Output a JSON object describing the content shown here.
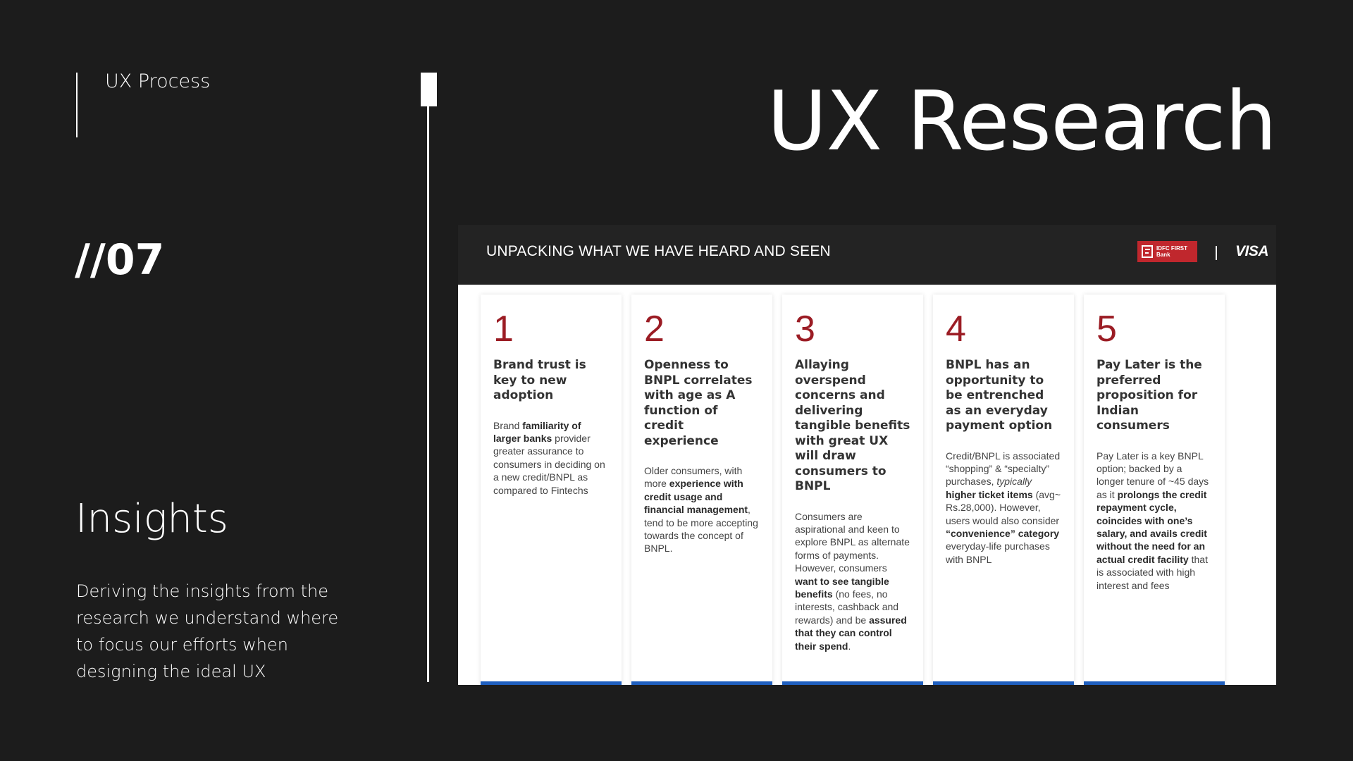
{
  "section_label": "UX Process",
  "slide_number": "//07",
  "main_title": "UX Research",
  "insights": {
    "title": "Insights",
    "description": "Deriving the insights from the research we understand where to focus our efforts when designing the ideal UX"
  },
  "panel": {
    "heading": "UNPACKING WHAT WE HAVE HEARD AND SEEN",
    "bank_logo_text": "IDFC FIRST\nBank",
    "visa_text": "VISA",
    "colors": {
      "number": "#9b1c24",
      "accent_bar": "#1f5fbf",
      "bank_logo_bg": "#c0272d"
    },
    "cards": [
      {
        "number": "1",
        "title": "Brand trust is key to new adoption",
        "body": [
          {
            "t": "Brand "
          },
          {
            "t": "familiarity of larger banks",
            "b": true
          },
          {
            "t": " provider greater assurance to consumers in deciding on a new credit/BNPL as compared to Fintechs"
          }
        ]
      },
      {
        "number": "2",
        "title": "Openness to BNPL correlates with age as A function of credit experience",
        "body": [
          {
            "t": "Older consumers, with more "
          },
          {
            "t": "experience with credit usage and financial management",
            "b": true
          },
          {
            "t": ", tend to be more accepting towards the concept of BNPL."
          }
        ]
      },
      {
        "number": "3",
        "title": "Allaying overspend concerns and delivering tangible benefits with great UX will draw consumers to BNPL",
        "body": [
          {
            "t": "Consumers are aspirational and keen to explore BNPL as alternate forms of payments. However, consumers "
          },
          {
            "t": "want to see tangible benefits",
            "b": true
          },
          {
            "t": " (no fees, no interests, cashback and rewards) and be "
          },
          {
            "t": "assured that they can control their spend",
            "b": true
          },
          {
            "t": "."
          }
        ]
      },
      {
        "number": "4",
        "title": "BNPL has an opportunity to be entrenched as an everyday payment option",
        "body": [
          {
            "t": "Credit/BNPL is associated “shopping” & “specialty” purchases, "
          },
          {
            "t": "typically",
            "i": true
          },
          {
            "t": " "
          },
          {
            "t": "higher ticket items",
            "b": true
          },
          {
            "t": " (avg~ Rs.28,000). However, users would also consider "
          },
          {
            "t": "“convenience” category",
            "b": true
          },
          {
            "t": " everyday-life purchases with BNPL"
          }
        ]
      },
      {
        "number": "5",
        "title": "Pay Later is the preferred proposition for Indian consumers",
        "body": [
          {
            "t": "Pay Later is a key BNPL option; backed by a longer tenure of ~45 days as it "
          },
          {
            "t": "prolongs the credit repayment cycle, coincides with one’s salary, and avails credit without the need for an actual credit facility",
            "b": true
          },
          {
            "t": " that is associated with high interest and fees"
          }
        ]
      }
    ]
  }
}
